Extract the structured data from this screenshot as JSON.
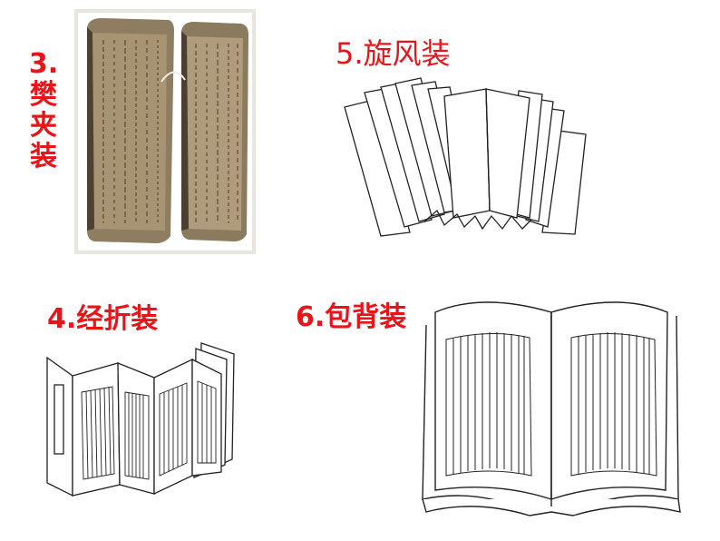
{
  "labels": {
    "butterfly_fold": {
      "number": "3.",
      "chars": [
        "樊",
        "夹",
        "装"
      ]
    },
    "accordion_fold": "4.经折装",
    "whirlwind_fold": "5.旋风装",
    "wrapped_back": "6.包背装"
  },
  "colors": {
    "label_red": "#e8141a",
    "line_dark": "#222222",
    "photo_wood": "#8b7a5a"
  }
}
